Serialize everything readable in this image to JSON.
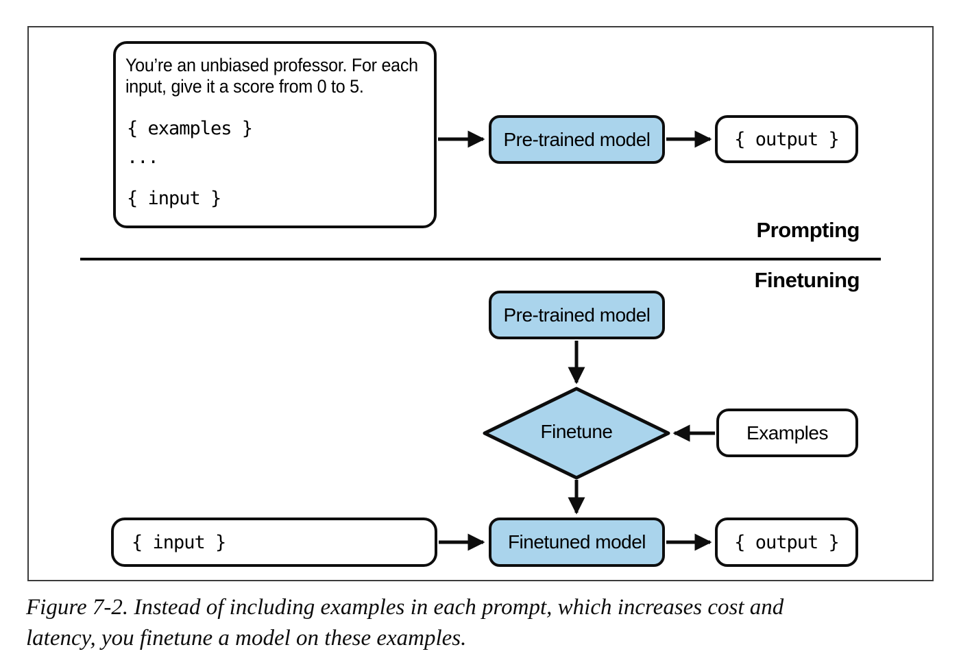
{
  "figure": {
    "colors": {
      "node_fill_blue": "#aad4ec",
      "node_border": "#0d0d0d",
      "frame_border": "#3b3b3b",
      "divider": "#000000",
      "text": "#000000"
    },
    "prompting": {
      "section_label": "Prompting",
      "prompt_box": {
        "instruction_lines": [
          "You’re an unbiased professor. For each",
          "input, give it a score from 0 to 5."
        ],
        "code_examples": "{ examples }",
        "code_ellipsis": "...",
        "code_input": "{ input }"
      },
      "model_box_label": "Pre-trained model",
      "output_box_label": "{ output }"
    },
    "finetuning": {
      "section_label": "Finetuning",
      "pretrained_box_label": "Pre-trained model",
      "diamond_label": "Finetune",
      "examples_box_label": "Examples",
      "input_box_label": "{ input }",
      "finetuned_box_label": "Finetuned model",
      "output_box_label": "{ output }"
    },
    "caption_lines": [
      "Figure 7-2. Instead of including examples in each prompt, which increases cost and",
      "latency, you finetune a model on these examples."
    ]
  }
}
